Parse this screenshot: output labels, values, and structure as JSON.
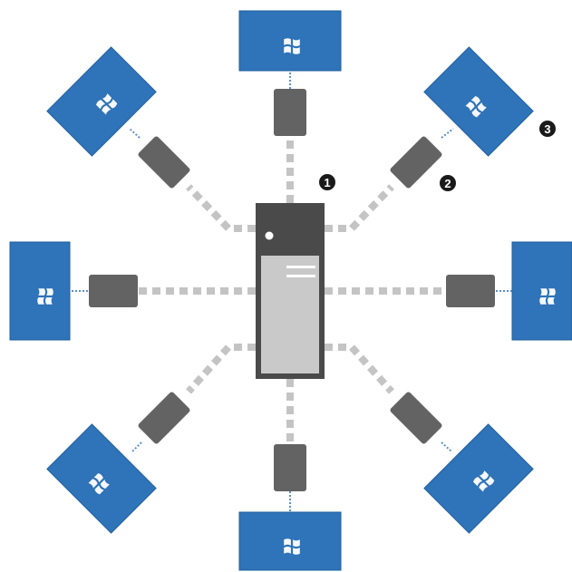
{
  "colors": {
    "screen": "#2f73b8",
    "screen_edge": "#1f5f9e",
    "server_body": "#4a4a4a",
    "server_face": "#c9c9c9",
    "adapter": "#636363",
    "cable": "#c4c4c4",
    "link": "#5a8fd0",
    "callout": "#1a1a1a"
  },
  "server": {
    "name": "server-icon"
  },
  "callouts": [
    {
      "id": "1",
      "label": "1"
    },
    {
      "id": "2",
      "label": "2"
    },
    {
      "id": "3",
      "label": "3"
    }
  ],
  "terminals": [
    {
      "name": "terminal-top",
      "label": "",
      "logo": "windows-logo-icon"
    },
    {
      "name": "terminal-top-right",
      "label": "",
      "logo": "windows-logo-icon"
    },
    {
      "name": "terminal-right",
      "label": "",
      "logo": "windows-logo-icon"
    },
    {
      "name": "terminal-bottom-right",
      "label": "",
      "logo": "windows-logo-icon"
    },
    {
      "name": "terminal-bottom",
      "label": "",
      "logo": "windows-logo-icon"
    },
    {
      "name": "terminal-bottom-left",
      "label": "",
      "logo": "windows-logo-icon"
    },
    {
      "name": "terminal-left",
      "label": "",
      "logo": "windows-logo-icon"
    },
    {
      "name": "terminal-top-left",
      "label": "",
      "logo": "windows-logo-icon"
    }
  ]
}
